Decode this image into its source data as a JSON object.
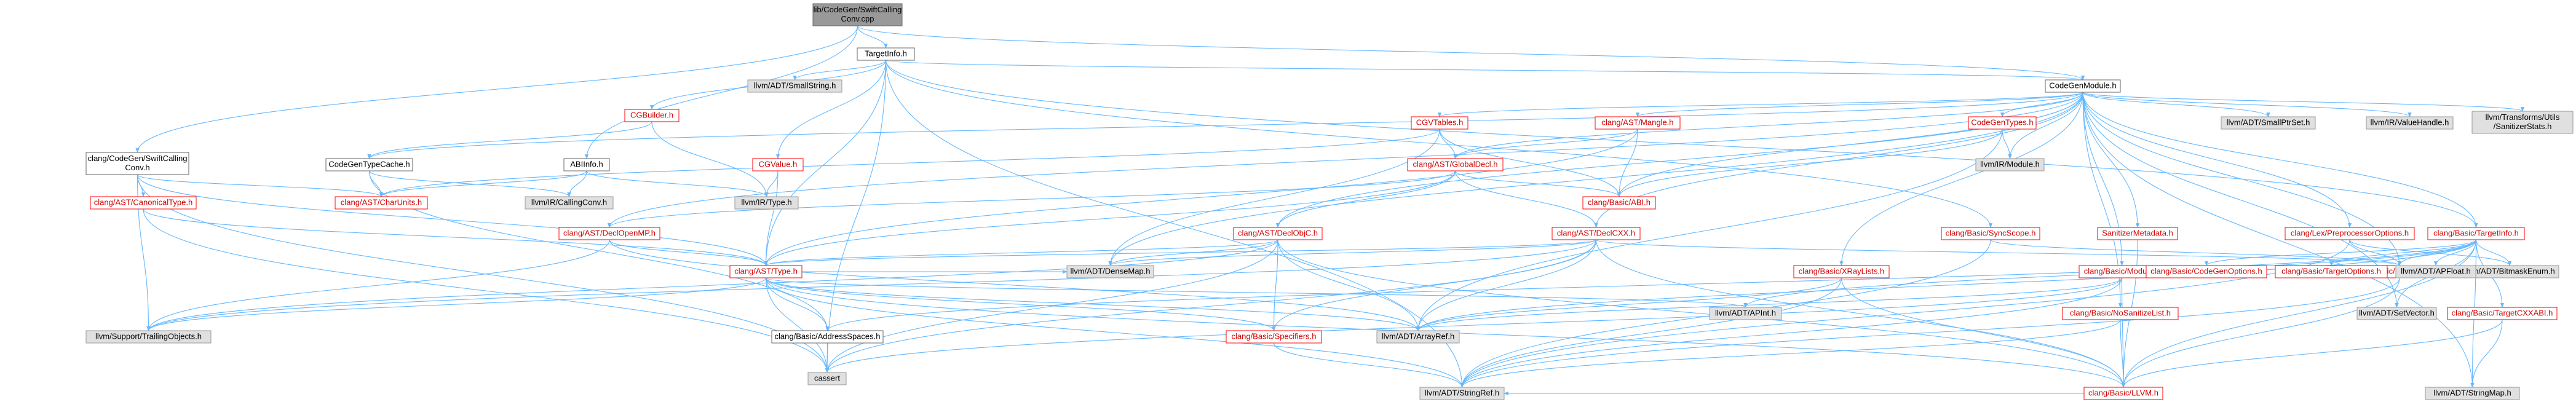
{
  "graph": {
    "nodes": [
      {
        "id": "root",
        "label": [
          "lib/CodeGen/SwiftCalling",
          "Conv.cpp"
        ],
        "style": "root"
      },
      {
        "id": "TargetInfo_h",
        "label": [
          "TargetInfo.h"
        ],
        "style": "plain"
      },
      {
        "id": "CodeGenModule_h",
        "label": [
          "CodeGenModule.h"
        ],
        "style": "plain"
      },
      {
        "id": "CGBuilder_h",
        "label": [
          "CGBuilder.h"
        ],
        "style": "red"
      },
      {
        "id": "SmallString",
        "label": [
          "llvm/ADT/SmallString.h"
        ],
        "style": "ext"
      },
      {
        "id": "ABIInfo_h",
        "label": [
          "ABIInfo.h"
        ],
        "style": "plain"
      },
      {
        "id": "CGValue_h",
        "label": [
          "CGValue.h"
        ],
        "style": "red"
      },
      {
        "id": "SwiftCallingConv_h",
        "label": [
          "clang/CodeGen/SwiftCalling",
          "Conv.h"
        ],
        "style": "plain"
      },
      {
        "id": "CodeGenTypeCache_h",
        "label": [
          "CodeGenTypeCache.h"
        ],
        "style": "plain"
      },
      {
        "id": "CGVTables_h",
        "label": [
          "CGVTables.h"
        ],
        "style": "red"
      },
      {
        "id": "Mangle_h",
        "label": [
          "clang/AST/Mangle.h"
        ],
        "style": "red"
      },
      {
        "id": "CodeGenTypes_h",
        "label": [
          "CodeGenTypes.h"
        ],
        "style": "red"
      },
      {
        "id": "SmallPtrSet",
        "label": [
          "llvm/ADT/SmallPtrSet.h"
        ],
        "style": "ext"
      },
      {
        "id": "ValueHandle",
        "label": [
          "llvm/IR/ValueHandle.h"
        ],
        "style": "ext"
      },
      {
        "id": "SanitizerStats",
        "label": [
          "llvm/Transforms/Utils",
          "/SanitizerStats.h"
        ],
        "style": "ext"
      },
      {
        "id": "CanonicalType_h",
        "label": [
          "clang/AST/CanonicalType.h"
        ],
        "style": "red"
      },
      {
        "id": "CharUnits_h",
        "label": [
          "clang/AST/CharUnits.h"
        ],
        "style": "red"
      },
      {
        "id": "CallingConv",
        "label": [
          "llvm/IR/CallingConv.h"
        ],
        "style": "ext"
      },
      {
        "id": "IRType",
        "label": [
          "llvm/IR/Type.h"
        ],
        "style": "ext"
      },
      {
        "id": "GlobalDecl_h",
        "label": [
          "clang/AST/GlobalDecl.h"
        ],
        "style": "red"
      },
      {
        "id": "IRModule",
        "label": [
          "llvm/IR/Module.h"
        ],
        "style": "ext"
      },
      {
        "id": "DeclOpenMP_h",
        "label": [
          "clang/AST/DeclOpenMP.h"
        ],
        "style": "red"
      },
      {
        "id": "DeclObjC_h",
        "label": [
          "clang/AST/DeclObjC.h"
        ],
        "style": "red"
      },
      {
        "id": "DeclCXX_h",
        "label": [
          "clang/AST/DeclCXX.h"
        ],
        "style": "red"
      },
      {
        "id": "ABI_h",
        "label": [
          "clang/Basic/ABI.h"
        ],
        "style": "red"
      },
      {
        "id": "SyncScope_h",
        "label": [
          "clang/Basic/SyncScope.h"
        ],
        "style": "red"
      },
      {
        "id": "SanitizerMetadata_h",
        "label": [
          "SanitizerMetadata.h"
        ],
        "style": "red"
      },
      {
        "id": "PreprocessorOptions_h",
        "label": [
          "clang/Lex/PreprocessorOptions.h"
        ],
        "style": "red"
      },
      {
        "id": "BasicTargetInfo_h",
        "label": [
          "clang/Basic/TargetInfo.h"
        ],
        "style": "red"
      },
      {
        "id": "ASTType_h",
        "label": [
          "clang/AST/Type.h"
        ],
        "style": "red"
      },
      {
        "id": "DenseMap",
        "label": [
          "llvm/ADT/DenseMap.h"
        ],
        "style": "ext"
      },
      {
        "id": "XRayLists_h",
        "label": [
          "clang/Basic/XRayLists.h"
        ],
        "style": "red"
      },
      {
        "id": "BasicModule_h",
        "label": [
          "clang/Basic/Module.h"
        ],
        "style": "red"
      },
      {
        "id": "LangOptions_h",
        "label": [
          "clang/Basic/LangOptions.h"
        ],
        "style": "red"
      },
      {
        "id": "BitmaskEnum",
        "label": [
          "llvm/ADT/BitmaskEnum.h"
        ],
        "style": "ext"
      },
      {
        "id": "CodeGenOptions_h",
        "label": [
          "clang/Basic/CodeGenOptions.h"
        ],
        "style": "red"
      },
      {
        "id": "TargetOptions_h",
        "label": [
          "clang/Basic/TargetOptions.h"
        ],
        "style": "red"
      },
      {
        "id": "APFloat",
        "label": [
          "llvm/ADT/APFloat.h"
        ],
        "style": "ext"
      },
      {
        "id": "TrailingObjects",
        "label": [
          "llvm/Support/TrailingObjects.h"
        ],
        "style": "ext"
      },
      {
        "id": "AddressSpaces_h",
        "label": [
          "clang/Basic/AddressSpaces.h"
        ],
        "style": "plain"
      },
      {
        "id": "Specifiers_h",
        "label": [
          "clang/Basic/Specifiers.h"
        ],
        "style": "red"
      },
      {
        "id": "ArrayRef",
        "label": [
          "llvm/ADT/ArrayRef.h"
        ],
        "style": "ext"
      },
      {
        "id": "APInt",
        "label": [
          "llvm/ADT/APInt.h"
        ],
        "style": "ext"
      },
      {
        "id": "NoSanitizeList_h",
        "label": [
          "clang/Basic/NoSanitizeList.h"
        ],
        "style": "red"
      },
      {
        "id": "SetVector",
        "label": [
          "llvm/ADT/SetVector.h"
        ],
        "style": "ext"
      },
      {
        "id": "TargetCXXABI_h",
        "label": [
          "clang/Basic/TargetCXXABI.h"
        ],
        "style": "red"
      },
      {
        "id": "cassert",
        "label": [
          "cassert"
        ],
        "style": "ext"
      },
      {
        "id": "StringRef",
        "label": [
          "llvm/ADT/StringRef.h"
        ],
        "style": "ext"
      },
      {
        "id": "LLVM_h",
        "label": [
          "clang/Basic/LLVM.h"
        ],
        "style": "red"
      },
      {
        "id": "StringMap",
        "label": [
          "llvm/ADT/StringMap.h"
        ],
        "style": "ext"
      }
    ]
  }
}
